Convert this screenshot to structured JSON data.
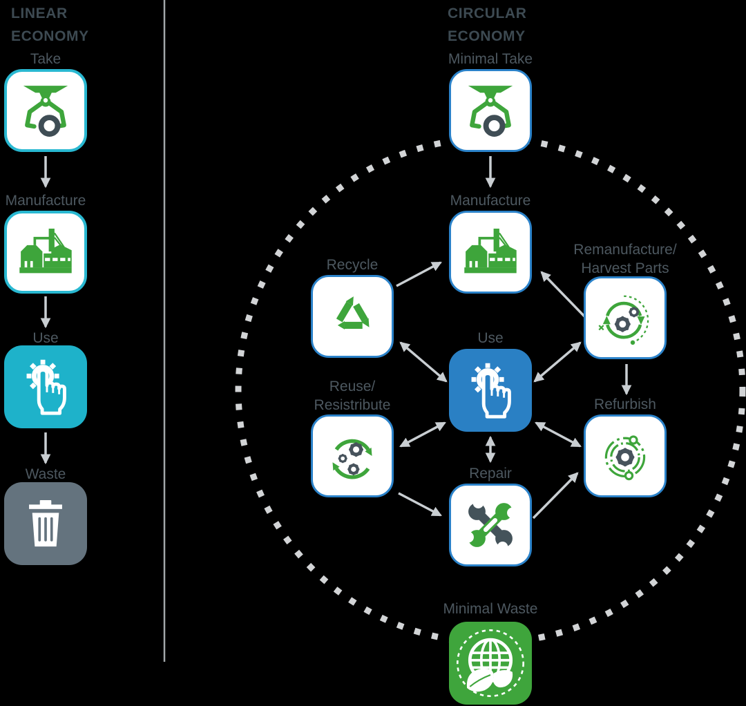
{
  "colors": {
    "background": "#000000",
    "green": "#3ea53b",
    "cyan_border": "#29b8d1",
    "cyan_fill": "#1eb2ca",
    "blue_border": "#2b82c9",
    "blue_fill": "#2a80c4",
    "waste_gray": "#64737e",
    "dark_slate": "#44535a",
    "heading_text": "#3d4a52",
    "label_text": "#4d5860",
    "arrow_gray": "#c9ced2",
    "dotted_circle": "#d2d4d6",
    "minimal_waste_green": "#3fa53c"
  },
  "linear_economy": {
    "heading": "LINEAR ECONOMY",
    "steps": [
      {
        "label": "Take",
        "icon": "claw-icon"
      },
      {
        "label": "Manufacture",
        "icon": "factory-icon"
      },
      {
        "label": "Use",
        "icon": "hand-gear-icon"
      },
      {
        "label": "Waste",
        "icon": "trash-icon"
      }
    ]
  },
  "circular_economy": {
    "heading": "CIRCULAR ECONOMY",
    "nodes": [
      {
        "id": "minimal-take",
        "label": "Minimal Take",
        "icon": "claw-icon"
      },
      {
        "id": "manufacture",
        "label": "Manufacture",
        "icon": "factory-icon"
      },
      {
        "id": "recycle",
        "label": "Recycle",
        "icon": "recycle-icon"
      },
      {
        "id": "remanufacture",
        "label": "Remanufacture/ Harvest Parts",
        "icon": "gears-cycle-icon"
      },
      {
        "id": "use",
        "label": "Use",
        "icon": "hand-gear-icon"
      },
      {
        "id": "reuse",
        "label": "Reuse/ Resistribute",
        "icon": "gears-loop-icon"
      },
      {
        "id": "refurbish",
        "label": "Refurbish",
        "icon": "gear-orbit-icon"
      },
      {
        "id": "repair",
        "label": "Repair",
        "icon": "wrenches-icon"
      },
      {
        "id": "minimal-waste",
        "label": "Minimal Waste",
        "icon": "globe-leaf-icon"
      }
    ],
    "connections": [
      {
        "from": "minimal-take",
        "to": "manufacture",
        "bidirectional": false
      },
      {
        "from": "recycle",
        "to": "manufacture",
        "bidirectional": false
      },
      {
        "from": "remanufacture",
        "to": "manufacture",
        "bidirectional": false
      },
      {
        "from": "use",
        "to": "recycle",
        "bidirectional": true
      },
      {
        "from": "use",
        "to": "remanufacture",
        "bidirectional": true
      },
      {
        "from": "use",
        "to": "reuse",
        "bidirectional": true
      },
      {
        "from": "use",
        "to": "refurbish",
        "bidirectional": true
      },
      {
        "from": "use",
        "to": "repair",
        "bidirectional": true
      },
      {
        "from": "reuse",
        "to": "repair",
        "bidirectional": false
      },
      {
        "from": "repair",
        "to": "refurbish",
        "bidirectional": false
      },
      {
        "from": "remanufacture",
        "to": "refurbish",
        "bidirectional": false
      }
    ]
  }
}
